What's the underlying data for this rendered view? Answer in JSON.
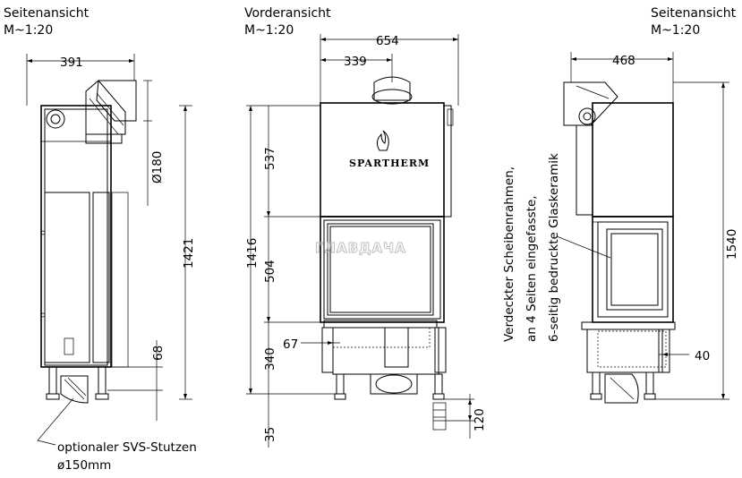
{
  "labels": {
    "left_view_title": "Seitenansicht",
    "left_view_scale": "M~1:20",
    "front_view_title": "Vorderansicht",
    "front_view_scale": "M~1:20",
    "right_view_title": "Seitenansicht",
    "right_view_scale": "M~1:20",
    "brand": "SPARTHERM",
    "watermark": "ГЛАВДАЧА",
    "svs_line1": "optionaler SVS-Stutzen",
    "svs_line2": "ø150mm",
    "glass_line1": "Verdeckter Scheibenrahmen,",
    "glass_line2": "an 4 Seiten eingefasste,",
    "glass_line3": "6-seitig bedruckte Glaskeramik"
  },
  "dimensions": {
    "left_depth": "391",
    "left_flue_diameter": "Ø180",
    "left_height": "1421",
    "left_base": "68",
    "front_width": "654",
    "front_flue_offset": "339",
    "front_top_section": "537",
    "front_window": "504",
    "front_lower_section": "340",
    "front_total_height": "1416",
    "front_foot_offset": "67",
    "front_bottom": "35",
    "front_leg": "120",
    "right_depth": "468",
    "right_height": "1540",
    "right_offset": "40"
  }
}
